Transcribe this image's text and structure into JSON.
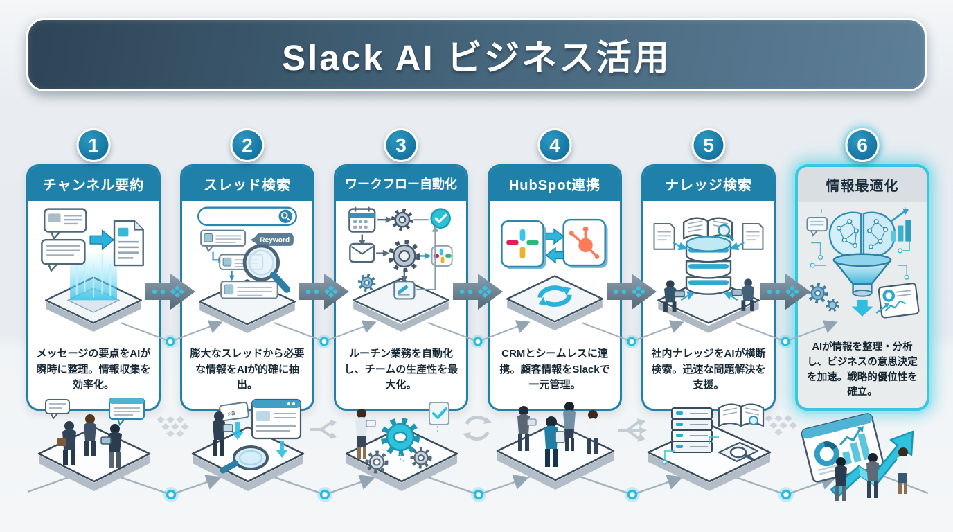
{
  "title": "Slack AI ビジネス活用",
  "steps": [
    {
      "number": "1",
      "title": "チャンネル要約",
      "description": "メッセージの要点をAIが瞬時に整理。情報収集を効率化。",
      "illustration": "chat-bubbles-to-document-summary"
    },
    {
      "number": "2",
      "title": "スレッド検索",
      "description": "膨大なスレッドから必要な情報をAIが的確に抽出。",
      "keyword_tag": "Reyword",
      "illustration": "search-bar-thread-magnifier"
    },
    {
      "number": "3",
      "title": "ワークフロー自動化",
      "description": "ルーチン業務を自動化し、チームの生産性を最大化。",
      "illustration": "calendar-gears-check-automation-flow"
    },
    {
      "number": "4",
      "title": "HubSpot連携",
      "description": "CRMとシームレスに連携。顧客情報をSlackで一元管理。",
      "illustration": "slack-hubspot-two-way-sync"
    },
    {
      "number": "5",
      "title": "ナレッジ検索",
      "description": "社内ナレッジをAIが横断検索。迅速な問題解決を支援。",
      "illustration": "database-open-book-knowledge-search"
    },
    {
      "number": "6",
      "title": "情報最適化",
      "highlighted": true,
      "description": "AIが情報を整理・分析し、ビジネスの意思決定を加速。戦略的優位性を確立。",
      "illustration": "brain-funnel-analytics"
    }
  ],
  "colors": {
    "banner_gradient_start": "#2e4457",
    "banner_gradient_end": "#5d7f97",
    "teal_header": "#1f81aa",
    "highlight_cyan": "#38c6e0",
    "arrow_gray": "#5d707f",
    "accent_cyan": "#2bb1dd",
    "slack_blue": "#36c5f0",
    "slack_green": "#2eb67d",
    "slack_yellow": "#ecb22e",
    "slack_red": "#e01e5a",
    "hubspot_orange": "#ff7a59"
  }
}
